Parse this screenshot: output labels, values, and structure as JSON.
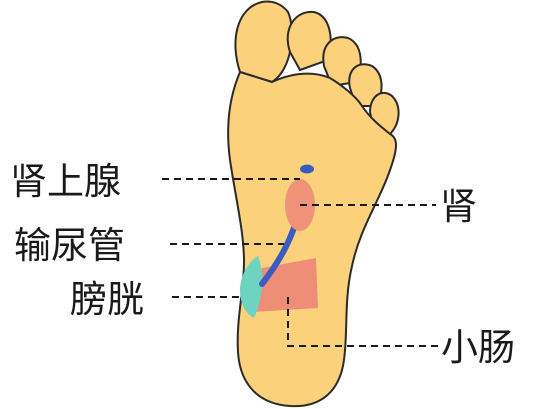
{
  "labels": {
    "adrenal_gland": "肾上腺",
    "ureter": "输尿管",
    "bladder": "膀胱",
    "kidney": "肾",
    "small_intestine": "小肠"
  },
  "colors": {
    "background": "#ffffff",
    "foot": "#fbd17b",
    "outline": "#2a2a2a",
    "adrenal_gland": "#3a5bbf",
    "kidney": "#ef9277",
    "ureter": "#3a5bbf",
    "bladder": "#6fd3c1",
    "small_intestine": "#ef8e76",
    "text": "#1a1a1a"
  }
}
